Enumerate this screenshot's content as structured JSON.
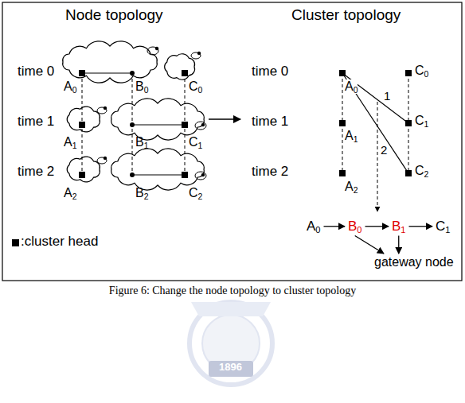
{
  "diagram": {
    "caption": "Figure 6: Change the node topology to cluster topology",
    "nodes": [
      {
        "text": [
          "A0"
        ]
      },
      {
        "text": [
          "B0"
        ]
      },
      {
        "text": [
          "B1"
        ]
      },
      {
        "text": [
          "C1"
        ]
      },
      {
        "text": [
          "gateway node"
        ]
      }
    ],
    "edges": [
      {
        "from": 0,
        "to": 1,
        "arrow": "to"
      },
      {
        "from": 1,
        "to": 2,
        "arrow": "to"
      },
      {
        "from": 2,
        "to": 3,
        "arrow": "to"
      },
      {
        "from": 1,
        "to": 4,
        "arrow": "to"
      },
      {
        "from": 2,
        "to": 4,
        "arrow": "to"
      }
    ],
    "labels": [
      "Node topology",
      "Cluster topology",
      "time 0",
      "time 1",
      "time 2",
      "time 0",
      "time 1",
      "time 2",
      "A0",
      "B0",
      "C0",
      "A1",
      "B1",
      "C1",
      "A2",
      "B2",
      "C2",
      "A0",
      "C0",
      "A1",
      "C1",
      "A2",
      "C2",
      "1",
      "2",
      "1896"
    ],
    "legend": [
      {
        "text": ":cluster head"
      }
    ]
  }
}
